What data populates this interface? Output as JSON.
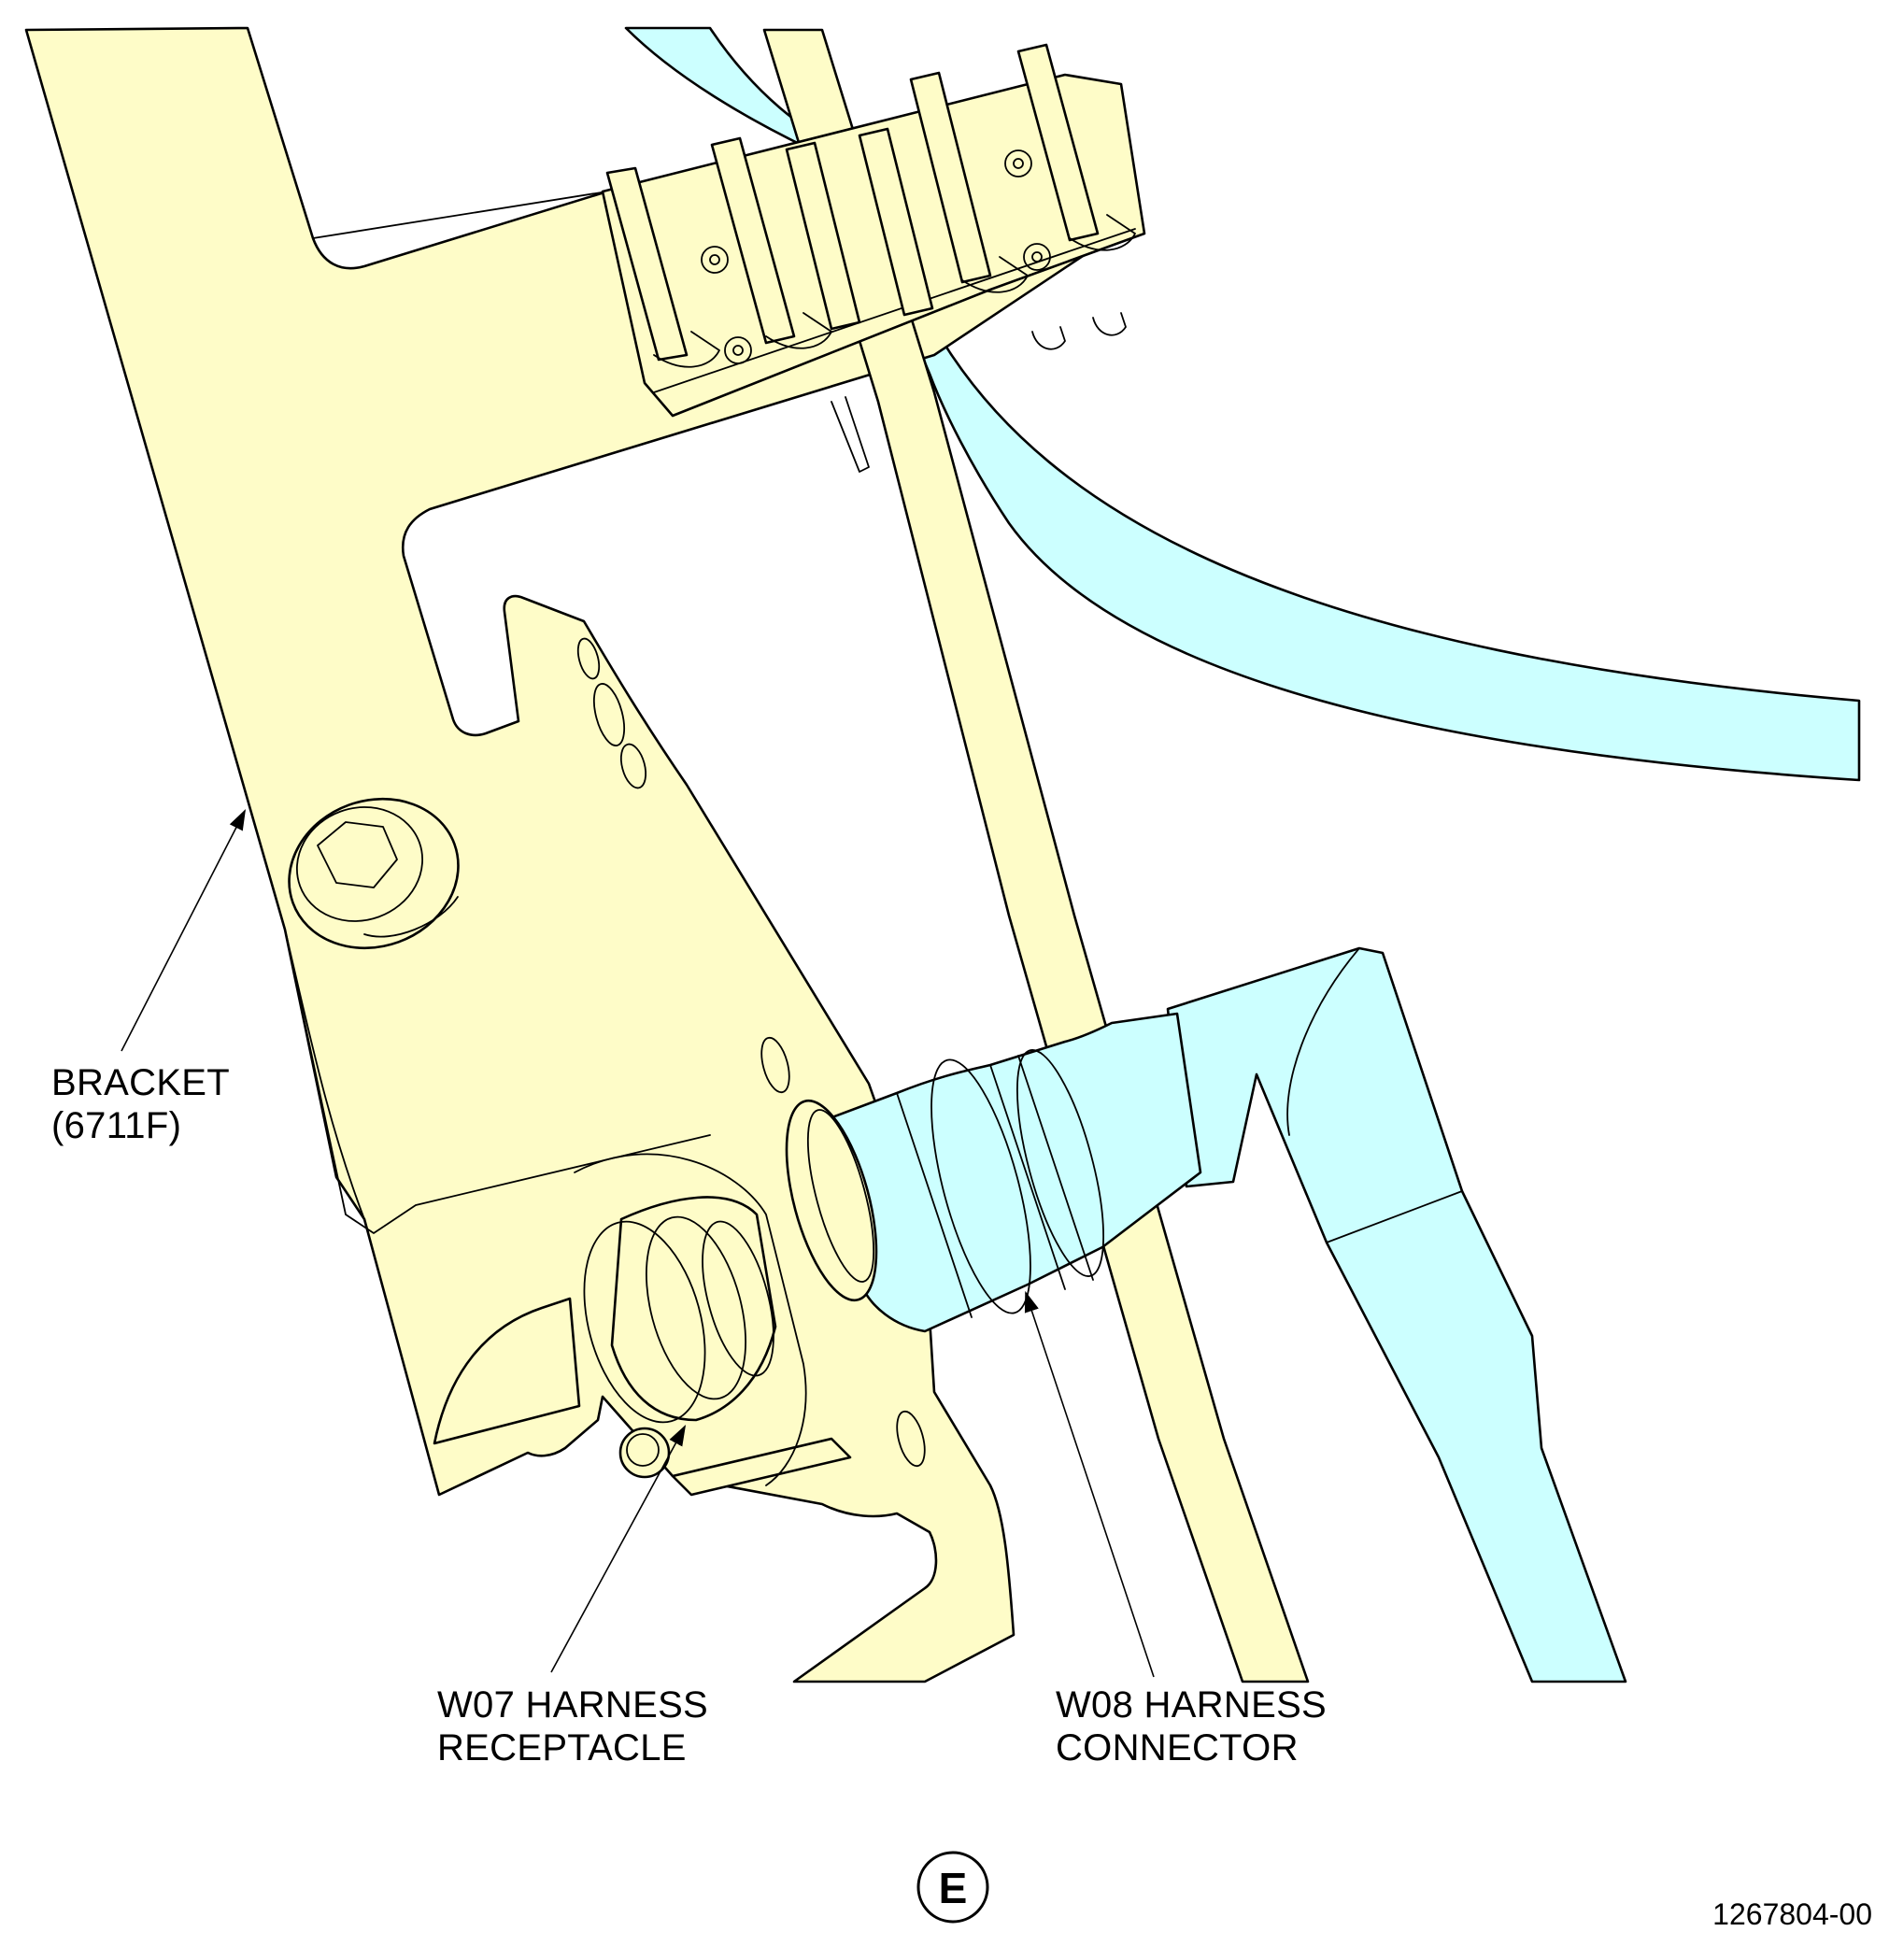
{
  "callouts": {
    "bracket": {
      "line1": "BRACKET",
      "line2": "(6711F)"
    },
    "w07": {
      "line1": "W07 HARNESS",
      "line2": "RECEPTACLE"
    },
    "w08": {
      "line1": "W08 HARNESS",
      "line2": "CONNECTOR"
    }
  },
  "view_marker": "E",
  "figure_number": "1267804-00",
  "colors": {
    "bracket_fill": "#fefcc8",
    "harness_fill": "#ccffff",
    "outline": "#000000"
  }
}
